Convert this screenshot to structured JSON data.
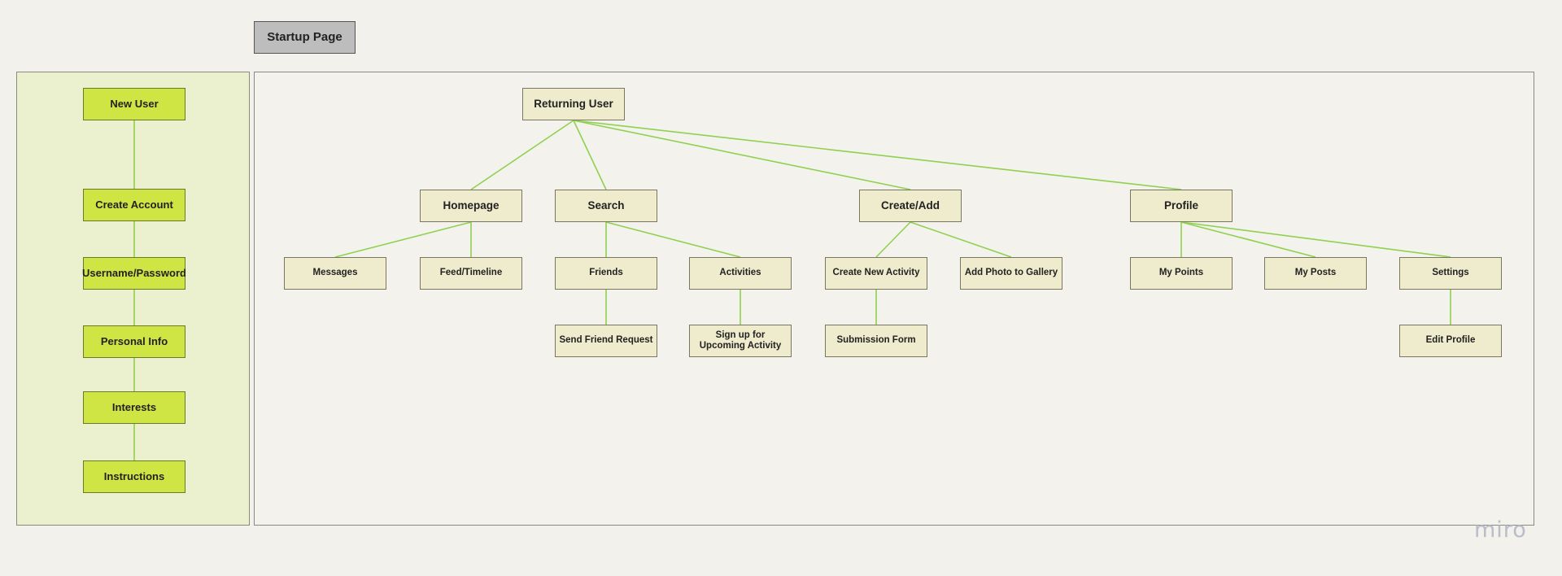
{
  "startup_page": {
    "label": "Startup Page"
  },
  "new_user_flow": {
    "nodes": [
      "New User",
      "Create Account",
      "Username/Password",
      "Personal Info",
      "Interests",
      "Instructions"
    ]
  },
  "returning_user_tree": {
    "root": "Returning User",
    "homepage": {
      "label": "Homepage",
      "children": [
        "Messages",
        "Feed/Timeline"
      ]
    },
    "search": {
      "label": "Search",
      "friends": "Friends",
      "send_friend_request": "Send Friend Request",
      "activities": "Activities",
      "sign_up": "Sign up for\nUpcoming Activity"
    },
    "create_add": {
      "label": "Create/Add",
      "create_new_activity": "Create New Activity",
      "submission_form": "Submission Form",
      "add_photo": "Add Photo to Gallery"
    },
    "profile": {
      "label": "Profile",
      "my_points": "My Points",
      "my_posts": "My Posts",
      "settings": "Settings",
      "edit_profile": "Edit Profile"
    }
  },
  "watermark": "miro",
  "colors": {
    "connector": "#8fd14f",
    "new_user_node": "#cfe544",
    "returning_node": "#efebcd",
    "startup_node": "#bdbdbd"
  }
}
